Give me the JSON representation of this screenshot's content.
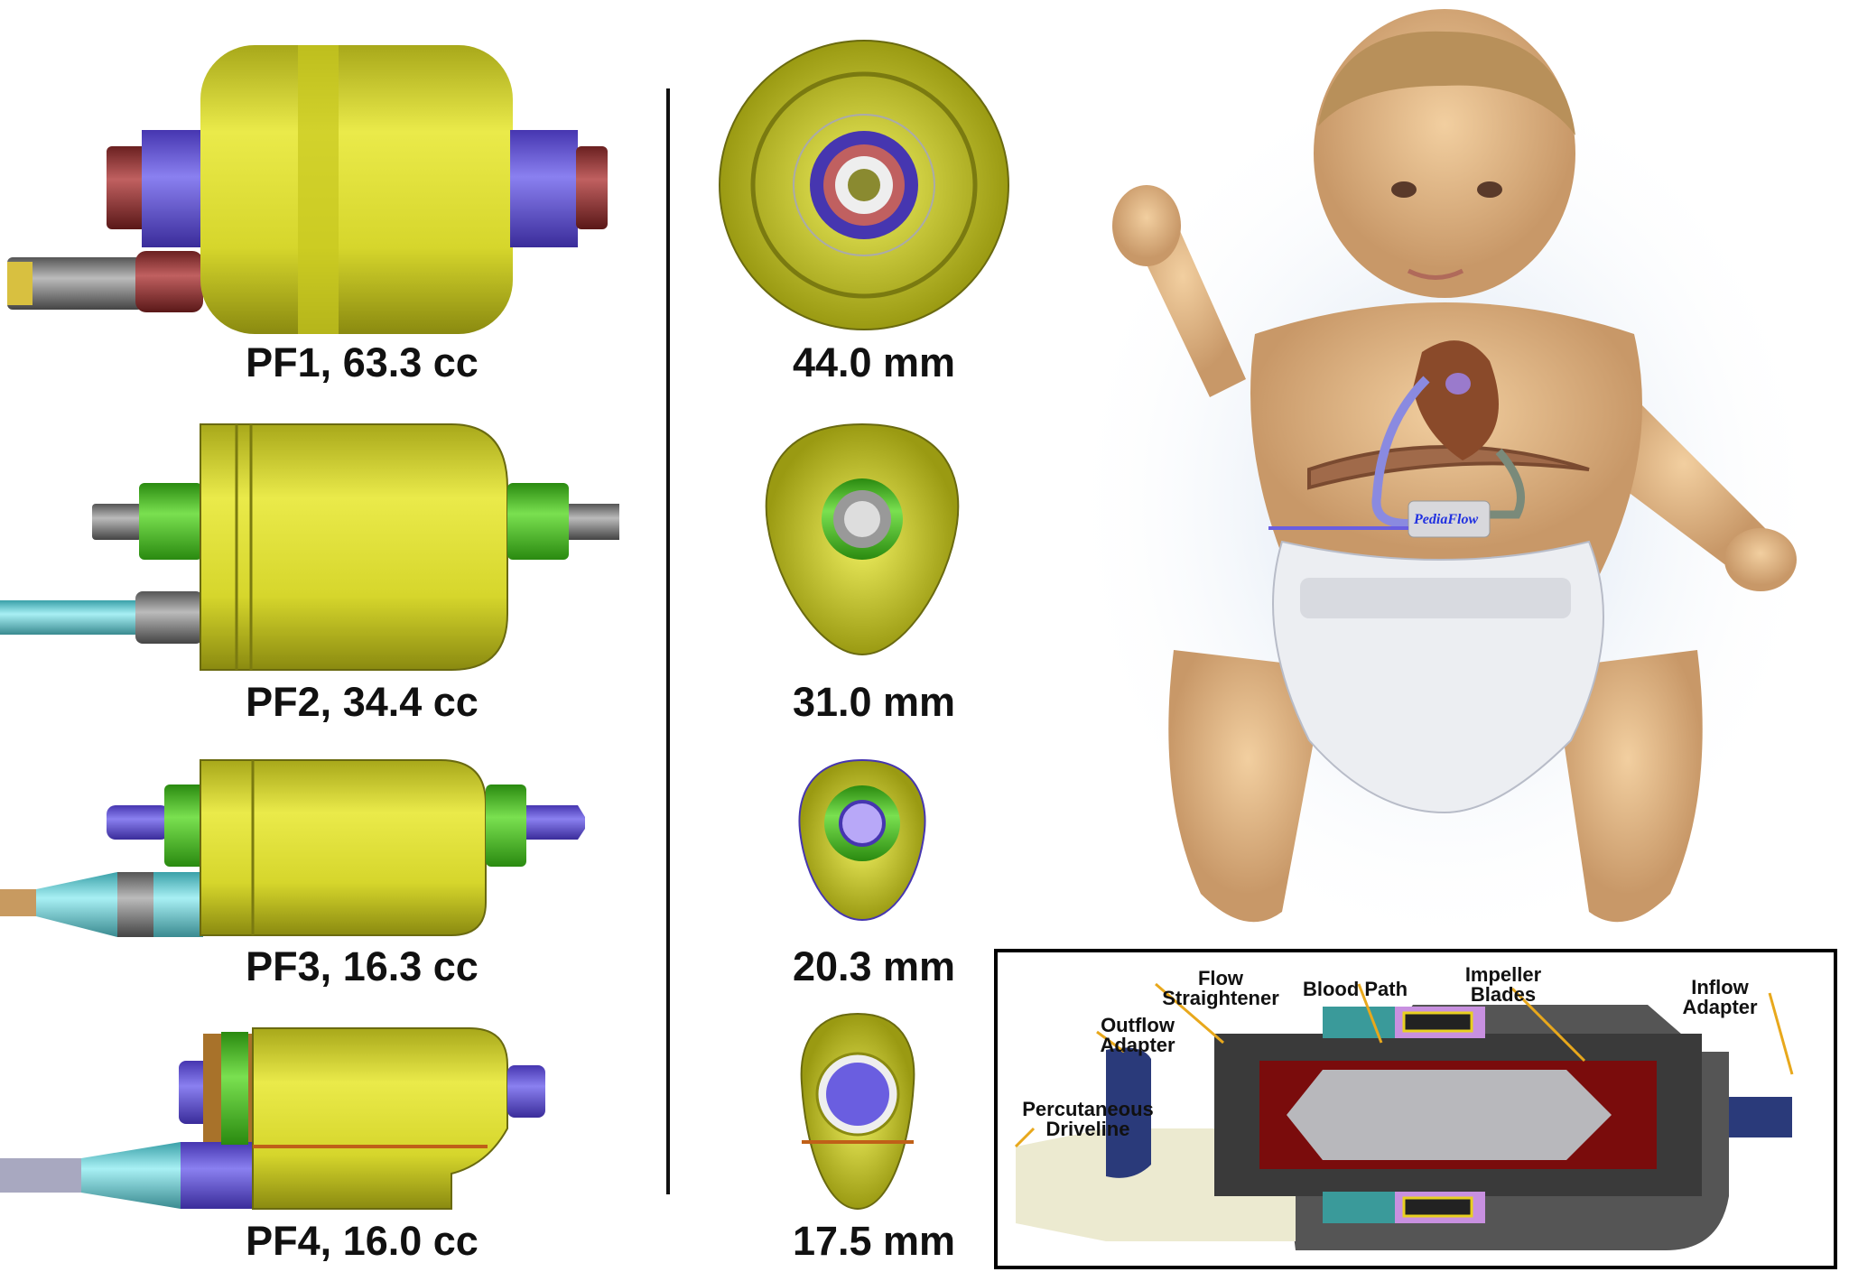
{
  "pumps": [
    {
      "name_volume": "PF1, 63.3 cc",
      "diameter": "44.0 mm"
    },
    {
      "name_volume": "PF2, 34.4 cc",
      "diameter": "31.0 mm"
    },
    {
      "name_volume": "PF3, 16.3 cc",
      "diameter": "20.3 mm"
    },
    {
      "name_volume": "PF4, 16.0 cc",
      "diameter": "17.5 mm"
    }
  ],
  "device_logo": "PediaFlow",
  "inset": {
    "labels": {
      "flow_straightener": "Flow\nStraightener",
      "blood_path": "Blood Path",
      "impeller_blades": "Impeller\nBlades",
      "inflow_adapter": "Inflow\nAdapter",
      "outflow_adapter": "Outflow\nAdapter",
      "percutaneous_driveline": "Percutaneous\nDriveline"
    }
  },
  "colors": {
    "housing": "#d4d42a",
    "cap_blue": "#6a5ee0",
    "cap_green": "#4fc42a",
    "blood": "#7a0c0c",
    "arrow": "#e8a81c"
  }
}
